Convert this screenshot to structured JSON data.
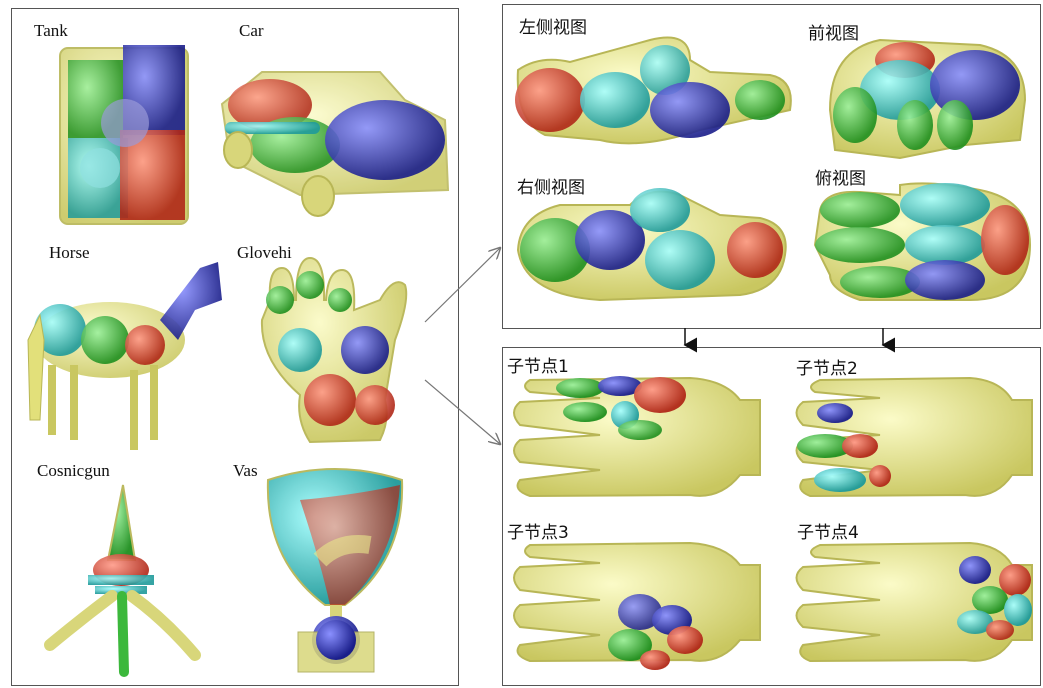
{
  "models": {
    "tank": "Tank",
    "car": "Car",
    "horse": "Horse",
    "glove": "Glovehi",
    "gun": "Cosnicgun",
    "vase": "Vas"
  },
  "views": {
    "left": "左侧视图",
    "front": "前视图",
    "right": "右侧视图",
    "top": "俯视图"
  },
  "nodes": {
    "n1": "子节点1",
    "n2": "子节点2",
    "n3": "子节点3",
    "n4": "子节点4"
  },
  "colors": {
    "red": "#d23a2a",
    "green": "#3cb83c",
    "blue": "#2a2fa8",
    "cyan": "#3cc0c0",
    "yellow": "#e9e88a",
    "border": "#555555"
  }
}
